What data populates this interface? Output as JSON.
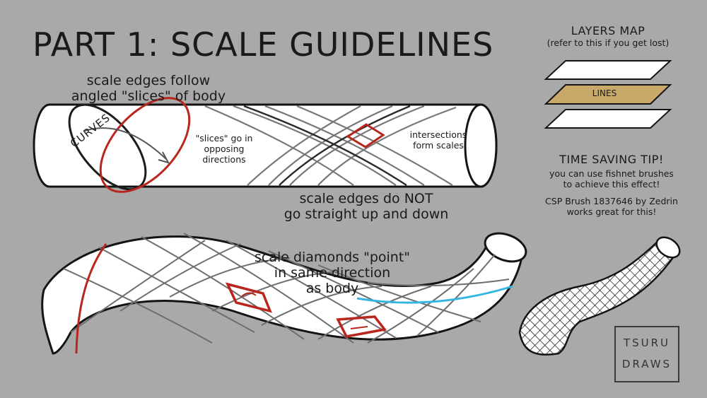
{
  "title": "PART 1: SCALE GUIDELINES",
  "annotations": {
    "slices_follow": [
      "scale edges follow",
      "angled \"slices\" of body"
    ],
    "curves": "CURVES",
    "slices_opposing": [
      "\"slices\" go in",
      "opposing",
      "directions"
    ],
    "intersections": [
      "intersections",
      "form scales"
    ],
    "not_straight": [
      "scale edges do NOT",
      "go straight up and down"
    ],
    "diamonds_point": [
      "scale diamonds \"point\"",
      "in same direction",
      "as body"
    ]
  },
  "layers_map": {
    "heading": "LAYERS MAP",
    "subheading": "(refer to this if you get lost)",
    "middle_layer_label": "LINES"
  },
  "tip": {
    "heading": "TIME SAVING TIP!",
    "lines": [
      "you can use fishnet brushes",
      "to achieve this effect!"
    ],
    "brush_lines": [
      "CSP Brush 1837646 by Zedrin",
      "works great for this!"
    ]
  },
  "signature_text": "TSURU DRAWS",
  "colors": {
    "background": "#a9a9a9",
    "accent_red": "#b8261d",
    "accent_blue": "#35b6e0",
    "layer_gold": "#c9a96a",
    "ink": "#1a1a1a"
  }
}
